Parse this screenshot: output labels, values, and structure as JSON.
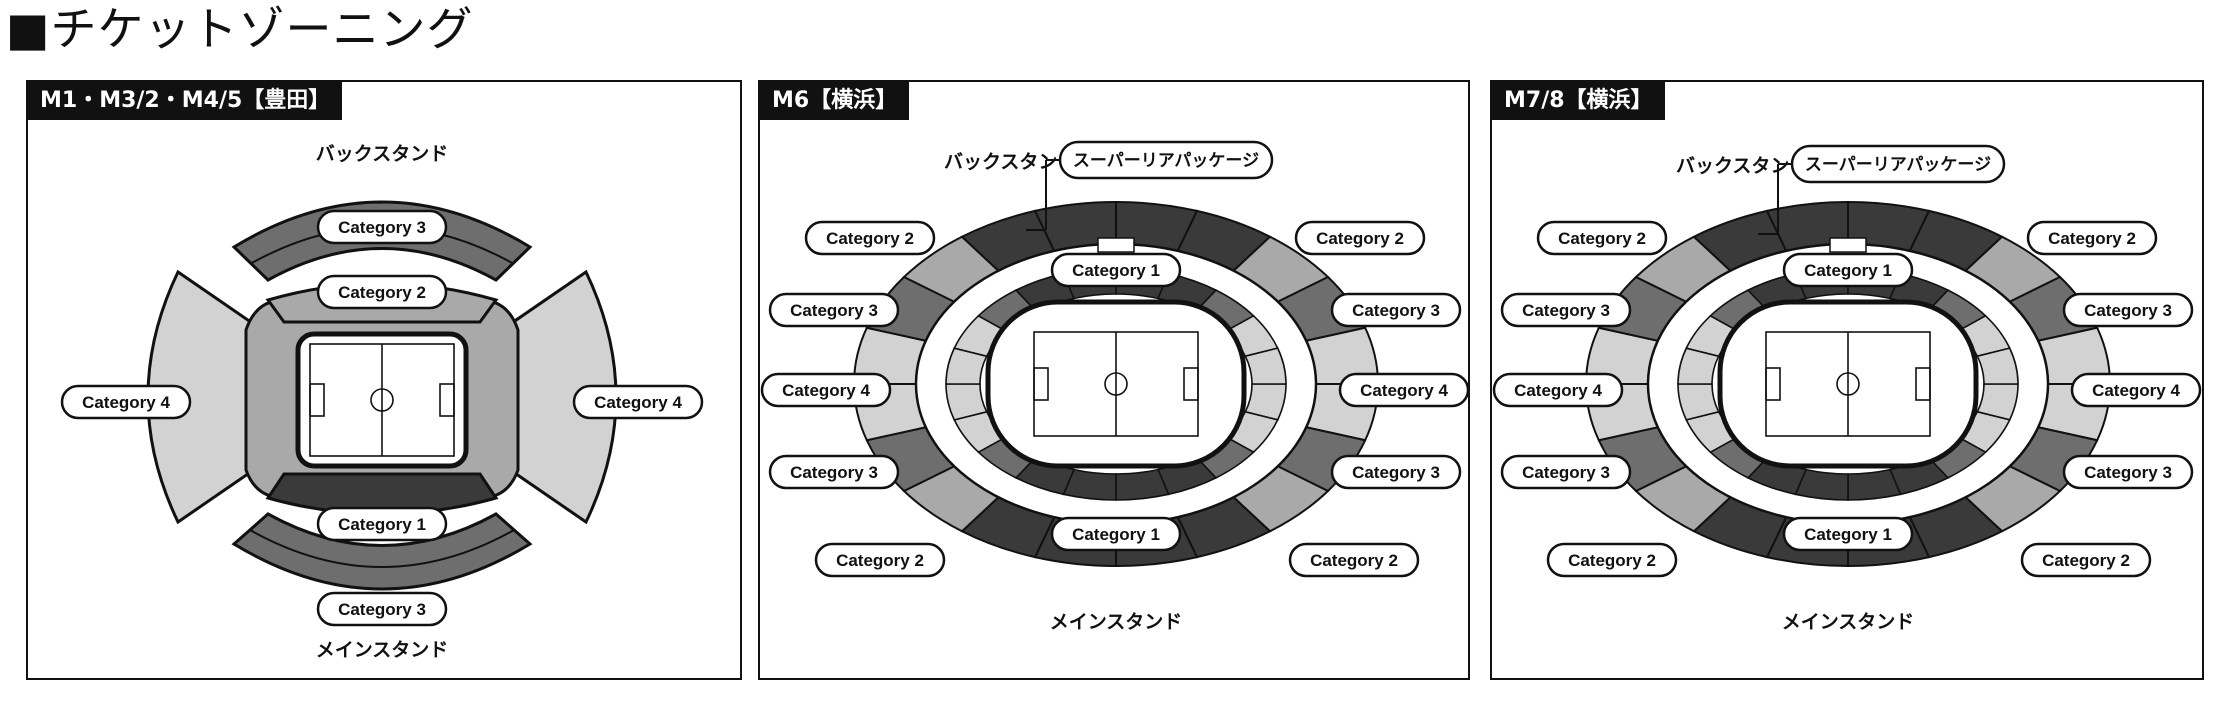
{
  "page_title": "■チケットゾーニング",
  "colors": {
    "category_1": "#3a3a3a",
    "category_2": "#a9a9a9",
    "category_3": "#6e6e6e",
    "category_4": "#d2d2d2",
    "outline": "#111111"
  },
  "panels": [
    {
      "tab_label": "M1・M3/2・M4/5【豊田】",
      "back_stand": "バックスタンド",
      "main_stand": "メインスタンド",
      "labels": {
        "top_outer": "Category 3",
        "top_inner": "Category 2",
        "left": "Category 4",
        "right": "Category 4",
        "bottom_inner": "Category 1",
        "bottom_outer": "Category 3"
      }
    },
    {
      "tab_label": "M6【横浜】",
      "back_stand": "バックスタンド",
      "main_stand": "メインスタンド",
      "superior_package": "スーパーリアパッケージ",
      "labels": {
        "back_center": "Category 1",
        "tl": "Category 2",
        "tr": "Category 2",
        "ul": "Category 3",
        "ur": "Category 3",
        "ml": "Category 4",
        "mr": "Category 4",
        "ll": "Category 3",
        "lr": "Category 3",
        "main_center": "Category 1",
        "bl": "Category 2",
        "br": "Category 2"
      }
    },
    {
      "tab_label": "M7/8【横浜】",
      "back_stand": "バックスタンド",
      "main_stand": "メインスタンド",
      "superior_package": "スーパーリアパッケージ",
      "labels": {
        "back_center": "Category 1",
        "tl": "Category 2",
        "tr": "Category 2",
        "ul": "Category 3",
        "ur": "Category 3",
        "ml": "Category 4",
        "mr": "Category 4",
        "ll": "Category 3",
        "lr": "Category 3",
        "main_center": "Category 1",
        "bl": "Category 2",
        "br": "Category 2"
      }
    }
  ]
}
